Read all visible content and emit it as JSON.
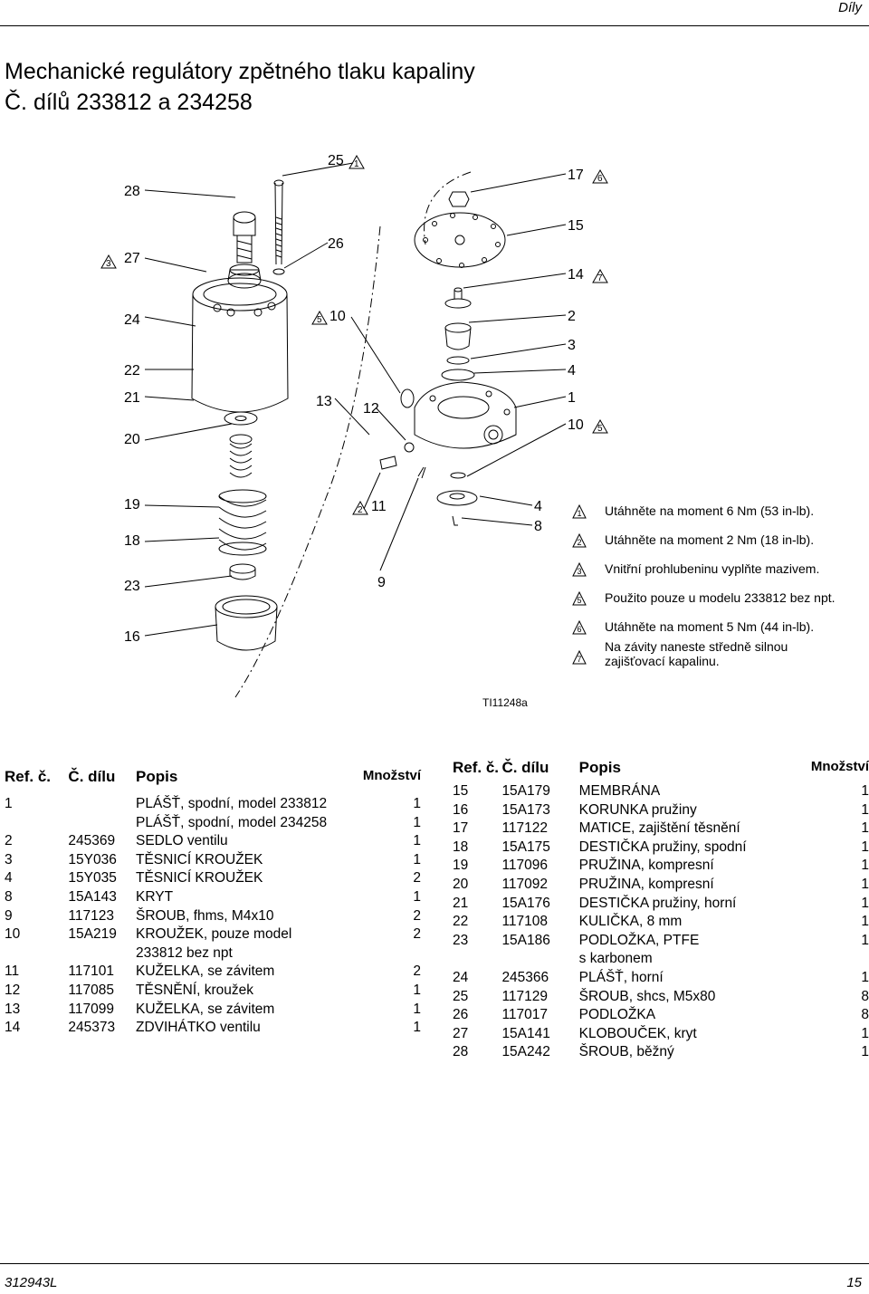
{
  "header": {
    "section": "Díly"
  },
  "title": {
    "line1": "Mechanické regulátory zpětného tlaku kapaliny",
    "line2": "Č. dílů 233812 a 234258"
  },
  "diagram": {
    "figure_id": "TI11248a",
    "callouts_left": [
      "28",
      "27",
      "24",
      "22",
      "21",
      "20",
      "19",
      "18",
      "23",
      "16"
    ],
    "callouts_mid": [
      "25",
      "26",
      "10",
      "13",
      "12",
      "11",
      "9"
    ],
    "callouts_right": [
      "17",
      "15",
      "14",
      "2",
      "3",
      "4",
      "1",
      "10",
      "4",
      "8"
    ],
    "flags": {
      "25": "1",
      "27": "3",
      "10": "5",
      "11": "2",
      "17": "6",
      "14": "7",
      "10r": "5"
    }
  },
  "notes": [
    {
      "flag": "1",
      "text": "Utáhněte na moment 6 Nm (53 in-lb)."
    },
    {
      "flag": "2",
      "text": "Utáhněte na moment 2 Nm (18 in-lb)."
    },
    {
      "flag": "3",
      "text": "Vnitřní prohlubeninu vyplňte mazivem."
    },
    {
      "flag": "5",
      "text": "Použito pouze u modelu 233812 bez npt."
    },
    {
      "flag": "6",
      "text": "Utáhněte na moment 5 Nm (44 in-lb)."
    },
    {
      "flag": "7",
      "text": "Na závity naneste středně silnou zajišťovací kapalinu."
    }
  ],
  "table_headers": {
    "ref": "Ref. č.",
    "part": "Č. dílu",
    "desc": "Popis",
    "qty": "Množství"
  },
  "parts_left": [
    [
      "1",
      "",
      "PLÁŠŤ, spodní, model 233812",
      "1"
    ],
    [
      "",
      "",
      "PLÁŠŤ, spodní, model 234258",
      "1"
    ],
    [
      "2",
      "245369",
      "SEDLO ventilu",
      "1"
    ],
    [
      "3",
      "15Y036",
      "TĚSNICÍ KROUŽEK",
      "1"
    ],
    [
      "4",
      "15Y035",
      "TĚSNICÍ KROUŽEK",
      "2"
    ],
    [
      "8",
      "15A143",
      "KRYT",
      "1"
    ],
    [
      "9",
      "117123",
      "ŠROUB, fhms, M4x10",
      "2"
    ],
    [
      "10",
      "15A219",
      "KROUŽEK, pouze model",
      "2"
    ],
    [
      "",
      "",
      "233812 bez npt",
      ""
    ],
    [
      "11",
      "117101",
      "KUŽELKA, se závitem",
      "2"
    ],
    [
      "12",
      "117085",
      "TĚSNĚNÍ, kroužek",
      "1"
    ],
    [
      "13",
      "117099",
      "KUŽELKA, se závitem",
      "1"
    ],
    [
      "14",
      "245373",
      "ZDVIHÁTKO ventilu",
      "1"
    ]
  ],
  "parts_right": [
    [
      "15",
      "15A179",
      "MEMBRÁNA",
      "1"
    ],
    [
      "16",
      "15A173",
      "KORUNKA pružiny",
      "1"
    ],
    [
      "17",
      "117122",
      "MATICE, zajištění těsnění",
      "1"
    ],
    [
      "18",
      "15A175",
      "DESTIČKA pružiny, spodní",
      "1"
    ],
    [
      "19",
      "117096",
      "PRUŽINA, kompresní",
      "1"
    ],
    [
      "20",
      "117092",
      "PRUŽINA, kompresní",
      "1"
    ],
    [
      "21",
      "15A176",
      "DESTIČKA pružiny, horní",
      "1"
    ],
    [
      "22",
      "117108",
      "KULIČKA, 8 mm",
      "1"
    ],
    [
      "23",
      "15A186",
      "PODLOŽKA, PTFE",
      "1"
    ],
    [
      "",
      "",
      "s karbonem",
      ""
    ],
    [
      "24",
      "245366",
      "PLÁŠŤ, horní",
      "1"
    ],
    [
      "25",
      "117129",
      "ŠROUB, shcs, M5x80",
      "8"
    ],
    [
      "26",
      "117017",
      "PODLOŽKA",
      "8"
    ],
    [
      "27",
      "15A141",
      "KLOBOUČEK, kryt",
      "1"
    ],
    [
      "28",
      "15A242",
      "ŠROUB, běžný",
      "1"
    ]
  ],
  "footer": {
    "doc": "312943L",
    "page": "15"
  }
}
